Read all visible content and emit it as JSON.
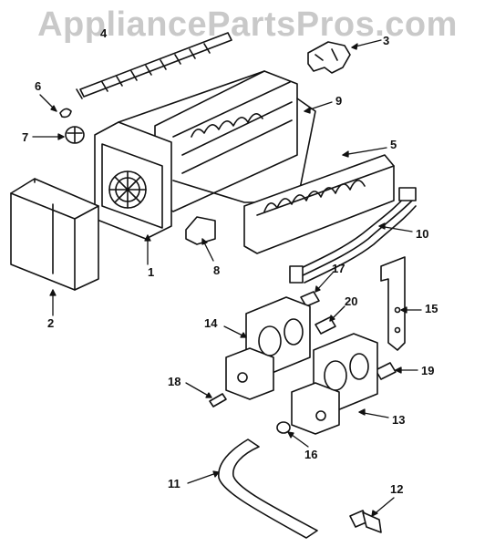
{
  "watermark": "AppliancePartsPros.com",
  "callouts": {
    "c1": "1",
    "c2": "2",
    "c3": "3",
    "c4": "4",
    "c5": "5",
    "c6": "6",
    "c7": "7",
    "c8": "8",
    "c9": "9",
    "c10": "10",
    "c11": "11",
    "c12": "12",
    "c13": "13",
    "c14": "14",
    "c15": "15",
    "c16": "16",
    "c17": "17",
    "c18": "18",
    "c19": "19",
    "c20": "20"
  },
  "colors": {
    "line": "#111111",
    "watermark": "#c9c9c9",
    "background": "#ffffff"
  }
}
